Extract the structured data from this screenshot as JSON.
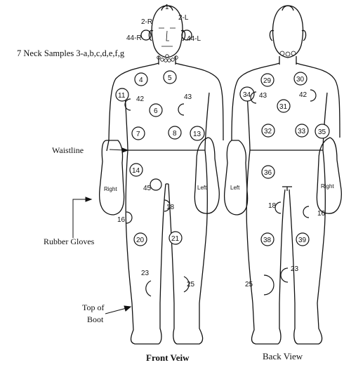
{
  "labels": {
    "neck_samples": "7 Neck Samples 3-a,b,c,d,e,f,g",
    "waistline": "Waistline",
    "rubber_gloves": "Rubber Gloves",
    "top_of_boot_1": "Top of",
    "top_of_boot_2": "Boot",
    "front_view": "Front Veiw",
    "back_view": "Back View"
  },
  "front_markers": {
    "m1": "1",
    "m2r": "2-R",
    "m2l": "2-L",
    "m44r": "44-R",
    "m44l": "44-L",
    "m4": "4",
    "m5": "5",
    "m6": "6",
    "m7": "7",
    "m8": "8",
    "m11": "11",
    "m42": "42",
    "m43": "43",
    "m13": "13",
    "m14": "14",
    "m45": "45",
    "m18": "18",
    "m16": "16",
    "m20": "20",
    "m21": "21",
    "m23": "23",
    "m25": "25",
    "glove_right": "Right",
    "glove_left": "Left"
  },
  "back_markers": {
    "m29": "29",
    "m30": "30",
    "m34": "34",
    "m43": "43",
    "m42": "42",
    "m31": "31",
    "m32": "32",
    "m33": "33",
    "m35": "35",
    "m36": "36",
    "m18": "18",
    "m16": "16",
    "m38": "38",
    "m39": "39",
    "m23": "23",
    "m25": "25",
    "glove_left": "Left",
    "glove_right": "Right"
  }
}
